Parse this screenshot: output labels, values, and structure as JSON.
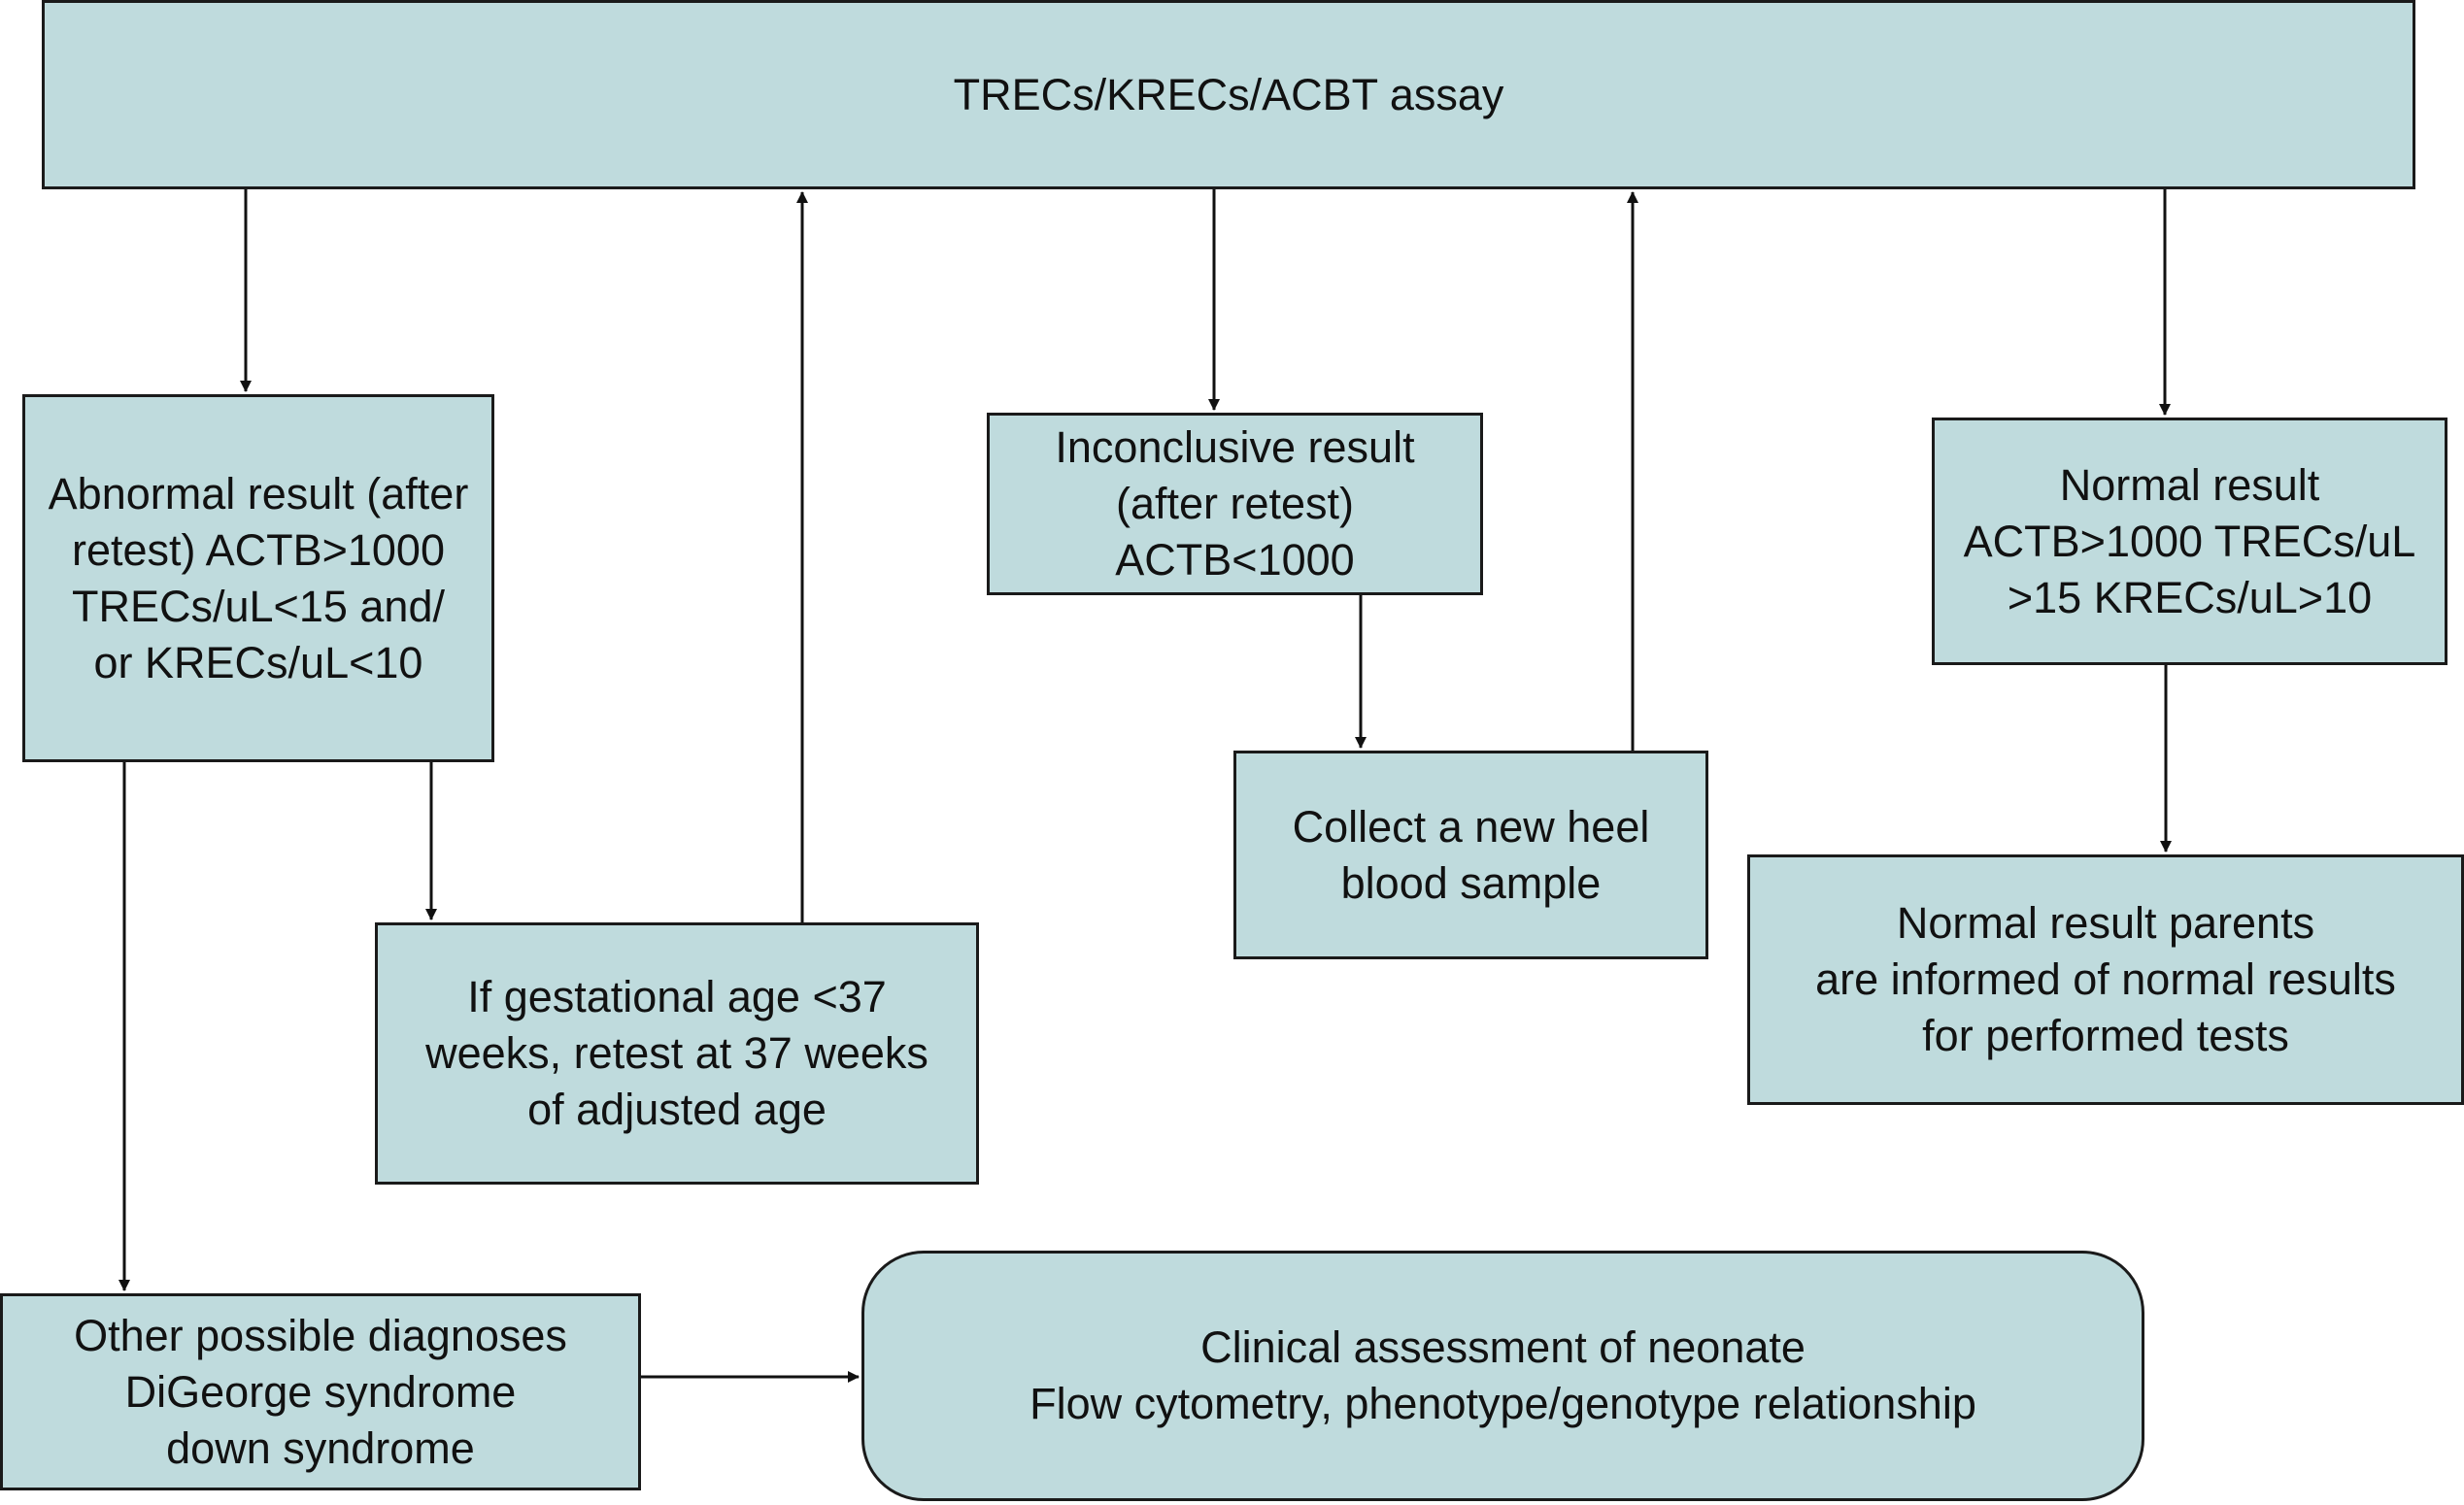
{
  "colors": {
    "box_fill": "#bfdbdd",
    "border": "#1a1a1a",
    "arrow": "#111111",
    "text": "#111111"
  },
  "nodes": {
    "assay": {
      "lines": [
        "TRECs/KRECs/ACBT assay"
      ]
    },
    "abnormal": {
      "lines": [
        "Abnormal result (after",
        "retest) ACTB>1000",
        "TRECs/uL<15 and/",
        "or KRECs/uL<10"
      ]
    },
    "inconclusive": {
      "lines": [
        "Inconclusive result",
        "(after retest)",
        "ACTB<1000"
      ]
    },
    "normal": {
      "lines": [
        "Normal result",
        "ACTB>1000 TRECs/uL",
        ">15 KRECs/uL>10"
      ]
    },
    "gestational": {
      "lines": [
        "If gestational age <37",
        "weeks, retest at 37 weeks",
        "of adjusted age"
      ]
    },
    "heel": {
      "lines": [
        "Collect a new heel",
        "blood sample"
      ]
    },
    "parents": {
      "lines": [
        "Normal result parents",
        "are informed of normal results",
        "for performed tests"
      ]
    },
    "diagnoses": {
      "lines": [
        "Other possible diagnoses",
        "DiGeorge syndrome",
        "down syndrome"
      ]
    },
    "clinical": {
      "lines": [
        "Clinical assessment of neonate",
        "Flow cytometry, phenotype/genotype relationship"
      ]
    }
  },
  "edges": [
    {
      "from": "assay",
      "to": "abnormal"
    },
    {
      "from": "gestational",
      "to": "assay"
    },
    {
      "from": "assay",
      "to": "inconclusive"
    },
    {
      "from": "heel",
      "to": "assay"
    },
    {
      "from": "assay",
      "to": "normal"
    },
    {
      "from": "abnormal",
      "to": "gestational"
    },
    {
      "from": "abnormal",
      "to": "diagnoses"
    },
    {
      "from": "inconclusive",
      "to": "heel"
    },
    {
      "from": "normal",
      "to": "parents"
    },
    {
      "from": "diagnoses",
      "to": "clinical"
    }
  ]
}
